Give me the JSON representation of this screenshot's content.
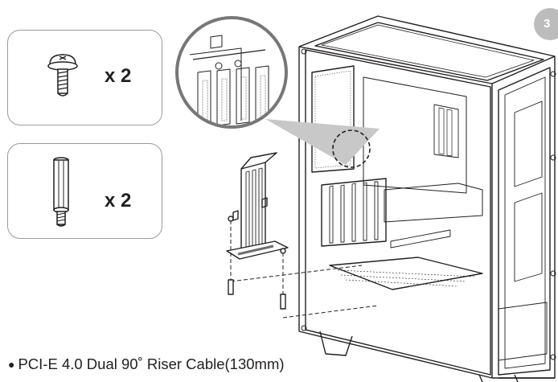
{
  "step": {
    "number": "3"
  },
  "parts": [
    {
      "icon": "screw-icon",
      "quantity": "x 2"
    },
    {
      "icon": "standoff-icon",
      "quantity": "x 2"
    }
  ],
  "caption": {
    "bullet": "●",
    "text": "PCI-E 4.0 Dual 90˚ Riser Cable(130mm)"
  }
}
